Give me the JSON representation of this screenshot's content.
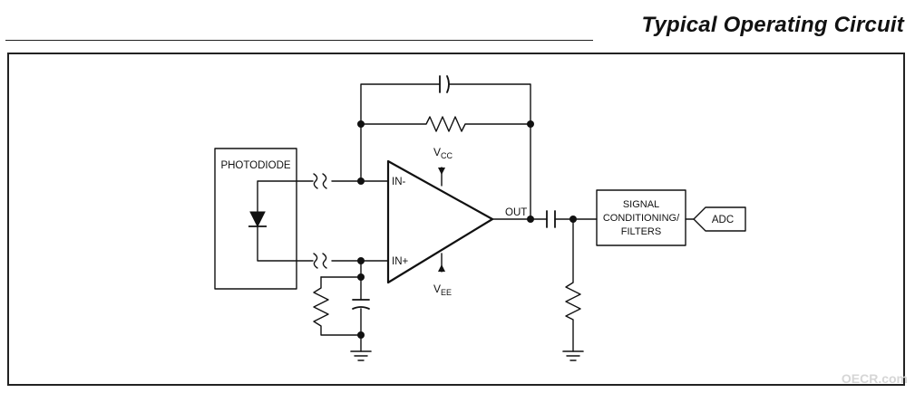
{
  "header": {
    "title": "Typical Operating Circuit"
  },
  "labels": {
    "photodiode": "PHOTODIODE",
    "in_minus": "IN-",
    "in_plus": "IN+",
    "vcc_main": "V",
    "vcc_sub": "CC",
    "vee_main": "V",
    "vee_sub": "EE",
    "out": "OUT",
    "signal_line1": "SIGNAL",
    "signal_line2": "CONDITIONING/",
    "signal_line3": "FILTERS",
    "adc": "ADC"
  },
  "watermark": "OECR.com"
}
